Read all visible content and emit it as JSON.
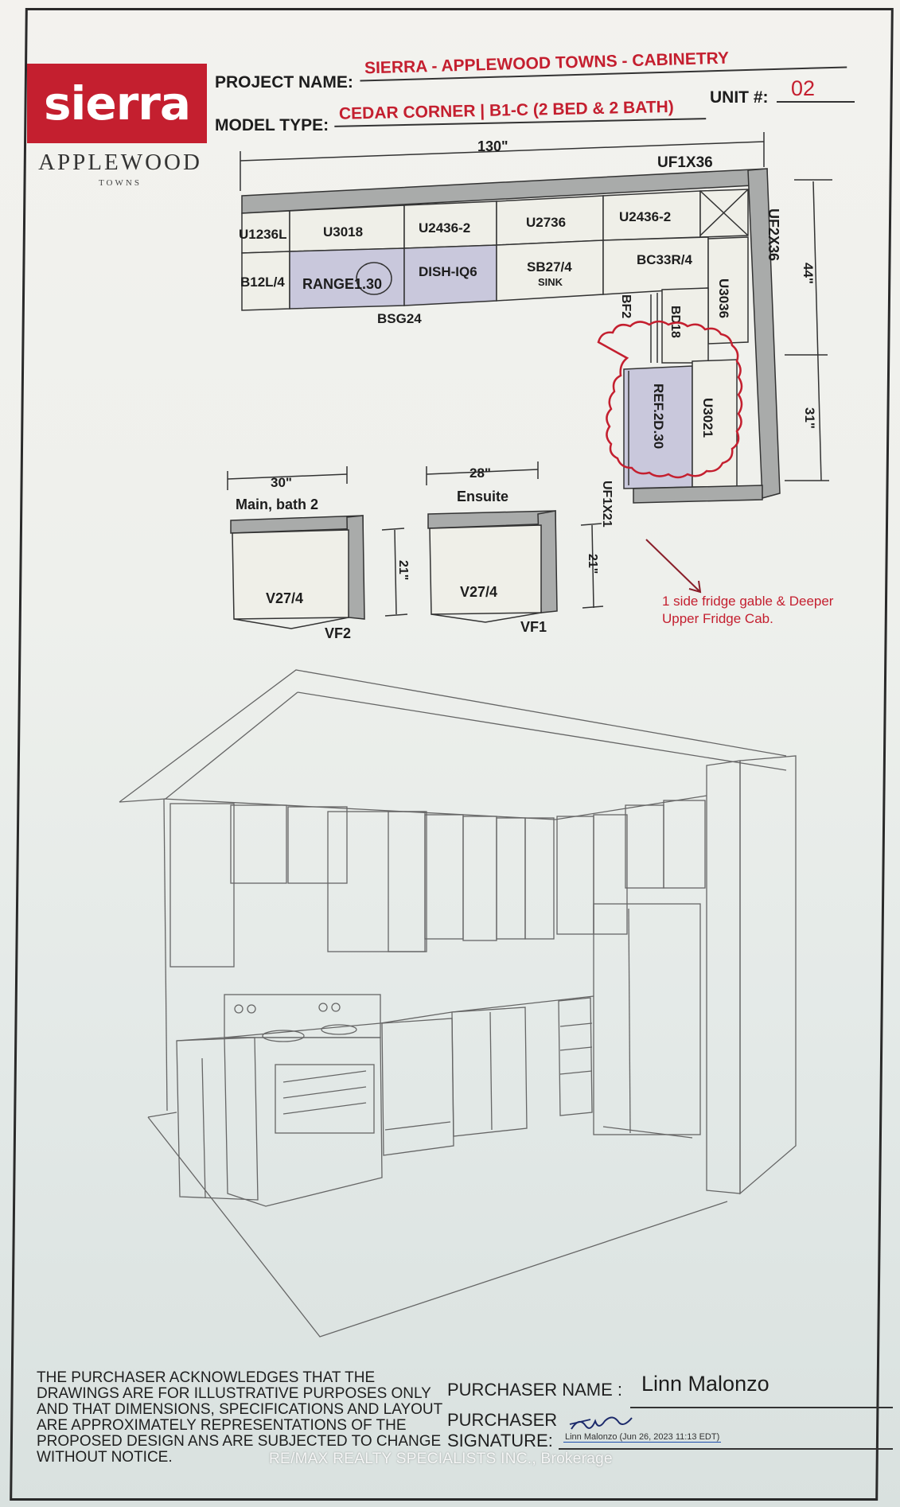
{
  "brand": {
    "logo_word": "sierra",
    "logo_sub": "APPLEWOOD",
    "logo_sub2": "TOWNS",
    "accent_color": "#c41f2f"
  },
  "header": {
    "project_label": "PROJECT NAME:",
    "project_value": "SIERRA - APPLEWOOD TOWNS - CABINETRY",
    "model_label": "MODEL TYPE:",
    "model_value": "CEDAR CORNER | B1-C (2 BED & 2 BATH)",
    "unit_label": "UNIT #:",
    "unit_value": "02"
  },
  "kitchen_plan": {
    "dim_top": "130\"",
    "dim_right_upper": "44\"",
    "dim_right_lower": "31\"",
    "fillers": {
      "top": "UF1X36",
      "right": "UF2X36",
      "fridge": "UF1X21",
      "bf": "BF2",
      "bd": "BD18"
    },
    "upper_cabinets": [
      "U1236L",
      "U3018",
      "U2436-2",
      "U2736",
      "U2436-2"
    ],
    "base_cabinets": [
      "B12L/4",
      "RANGE1.30",
      "DISH-IQ6",
      "SB27/4",
      "BC33R/4"
    ],
    "sink_label": "SINK",
    "base_bottom": "BSG24",
    "right_upper": "U3036",
    "fridge_upper": "U3021",
    "fridge": "REF.2D.30"
  },
  "vanities": [
    {
      "width": "30\"",
      "title": "Main, bath 2",
      "cabinet": "V27/4",
      "depth": "21\"",
      "filler": "VF2"
    },
    {
      "width": "28\"",
      "title": "Ensuite",
      "cabinet": "V27/4",
      "depth": "21\"",
      "filler": "VF1"
    }
  ],
  "annotation": {
    "line1": "1 side fridge gable & Deeper",
    "line2": "Upper Fridge Cab."
  },
  "footer": {
    "disclaimer": "THE PURCHASER ACKNOWLEDGES THAT THE DRAWINGS ARE FOR ILLUSTRATIVE PURPOSES ONLY AND THAT DIMENSIONS, SPECIFICATIONS AND LAYOUT ARE APPROXIMATELY REPRESENTATIONS OF THE PROPOSED DESIGN ANS ARE SUBJECTED TO CHANGE WITHOUT NOTICE.",
    "purchaser_name_label": "PURCHASER NAME :",
    "purchaser_name": "Linn Malonzo",
    "signature_label_1": "PURCHASER",
    "signature_label_2": "SIGNATURE:",
    "signature_stamp": "Linn Malonzo (Jun 26, 2023 11:13 EDT)"
  },
  "watermark": "RE/MAX REALTY SPECIALISTS INC., Brokerage"
}
